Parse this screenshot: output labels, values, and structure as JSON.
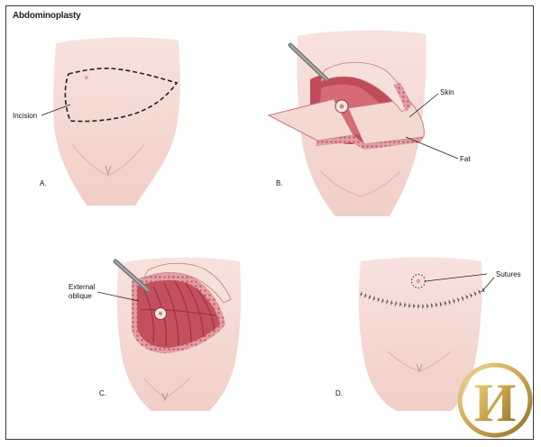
{
  "title": "Abdominoplasty",
  "panels": [
    {
      "letter": "A.",
      "labels": [
        "Incision"
      ]
    },
    {
      "letter": "B.",
      "labels": [
        "Skin",
        "Fat"
      ]
    },
    {
      "letter": "C.",
      "labels": [
        "External",
        "oblique"
      ]
    },
    {
      "letter": "D.",
      "labels": [
        "Sutures"
      ]
    }
  ],
  "colors": {
    "skin": "#f6dcd6",
    "skin_shadow": "#ecc3bb",
    "flap": "#f3d3cb",
    "fat": "#d88a90",
    "muscle": "#c4505e",
    "muscle_dark": "#9c3342",
    "instrument": "#7c7c7c",
    "logo_gold": "#c9a24a"
  },
  "logo": {
    "glyph": "И"
  }
}
